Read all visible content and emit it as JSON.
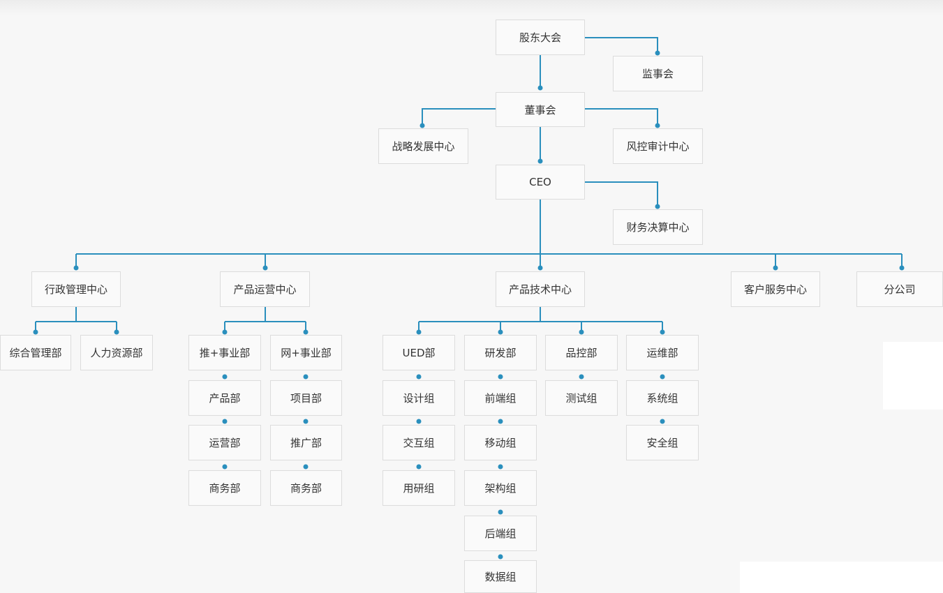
{
  "colors": {
    "background": "#f7f7f7",
    "node_border": "#dcdcdc",
    "node_fill": "#fafafa",
    "connector": "#2a8fbd",
    "text": "#333333"
  },
  "org_chart": {
    "shareholders_meeting": "股东大会",
    "supervisory_board": "监事会",
    "board_of_directors": "董事会",
    "strategy_center": "战略发展中心",
    "risk_audit_center": "风控审计中心",
    "ceo": "CEO",
    "finance_center": "财务决算中心",
    "admin_center": {
      "label": "行政管理中心",
      "departments": [
        "综合管理部",
        "人力资源部"
      ]
    },
    "product_ops_center": {
      "label": "产品运营中心",
      "columns": [
        [
          "推+事业部",
          "产品部",
          "运营部",
          "商务部"
        ],
        [
          "网+事业部",
          "项目部",
          "推广部",
          "商务部"
        ]
      ]
    },
    "tech_center": {
      "label": "产品技术中心",
      "columns": [
        [
          "UED部",
          "设计组",
          "交互组",
          "用研组"
        ],
        [
          "研发部",
          "前端组",
          "移动组",
          "架构组",
          "后端组",
          "数据组"
        ],
        [
          "品控部",
          "测试组"
        ],
        [
          "运维部",
          "系统组",
          "安全组"
        ]
      ]
    },
    "customer_service_center": "客户服务中心",
    "branch": "分公司"
  }
}
